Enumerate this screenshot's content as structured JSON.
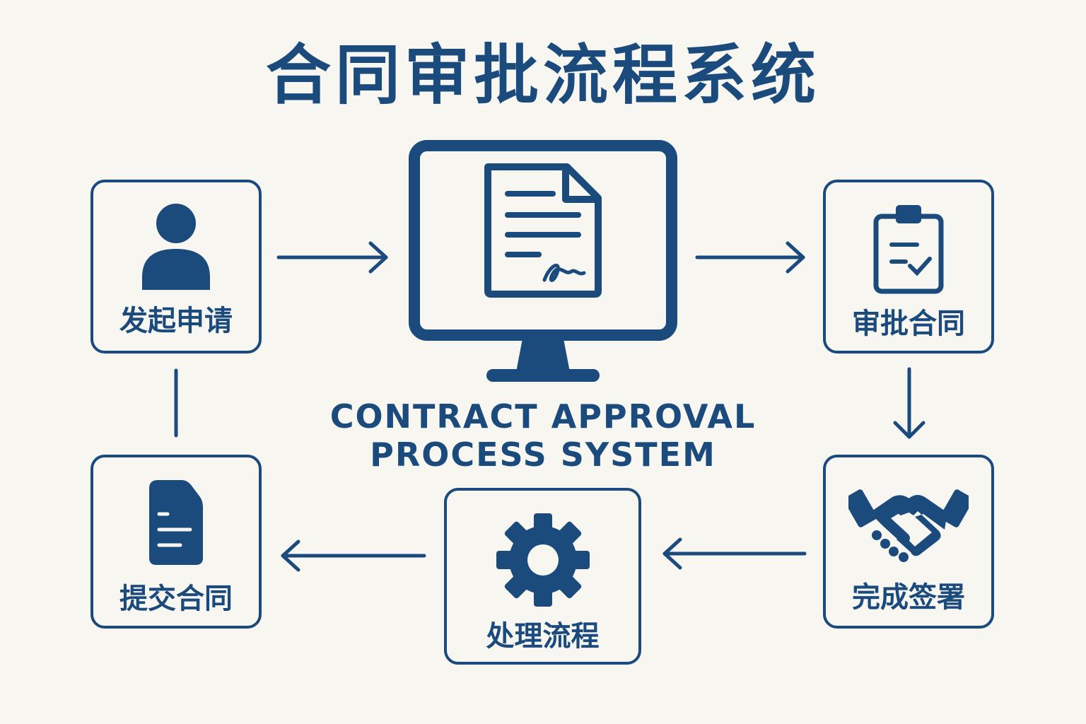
{
  "title": "合同审批流程系统",
  "subtitle_line1": "CONTRACT APPROVAL",
  "subtitle_line2": "PROCESS SYSTEM",
  "steps": [
    {
      "label": "发起申请",
      "icon": "user-icon"
    },
    {
      "label": "审批合同",
      "icon": "clipboard-check-icon"
    },
    {
      "label": "完成签署",
      "icon": "handshake-icon"
    },
    {
      "label": "处理流程",
      "icon": "gear-icon"
    },
    {
      "label": "提交合同",
      "icon": "document-icon"
    }
  ],
  "center_icon": "monitor-contract-icon",
  "colors": {
    "primary": "#1b4a7d",
    "background": "#f8f6f1"
  }
}
